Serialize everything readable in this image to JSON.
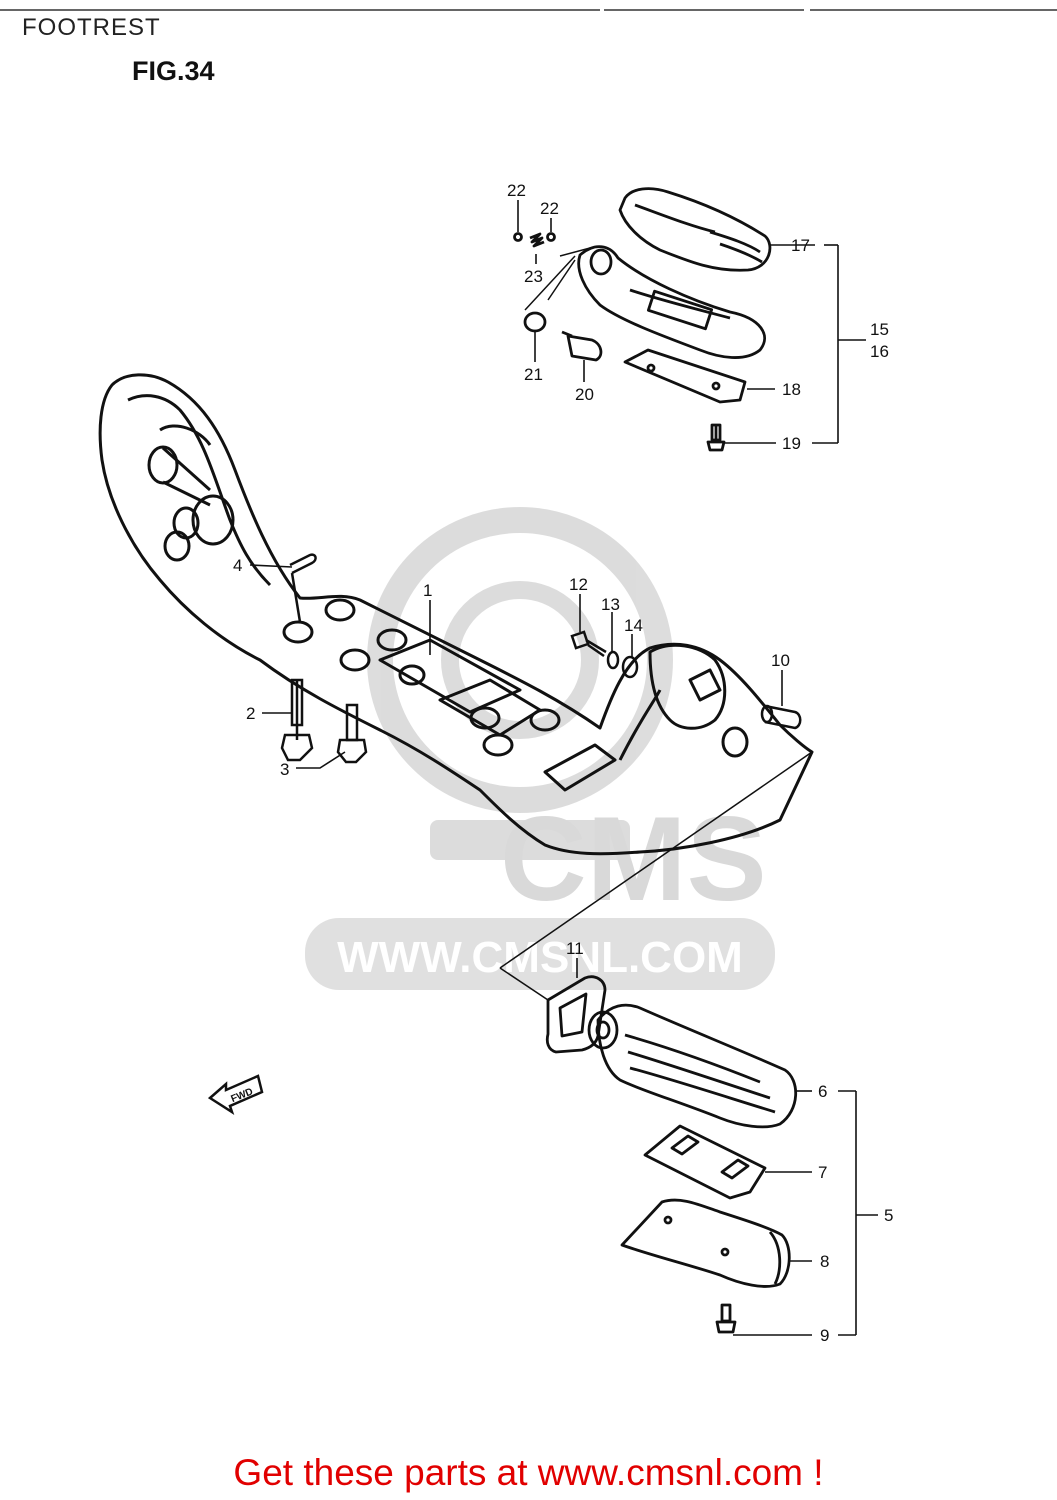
{
  "header": {
    "section_title": "FOOTREST",
    "figure_label": "FIG.34"
  },
  "watermark": {
    "brand": "CMS",
    "url": "WWW.CMSNL.COM"
  },
  "arrow_label": "FWD",
  "callouts": [
    "1",
    "2",
    "3",
    "4",
    "5",
    "6",
    "7",
    "8",
    "9",
    "10",
    "11",
    "12",
    "13",
    "14",
    "15",
    "16",
    "17",
    "18",
    "19",
    "20",
    "21",
    "22",
    "22",
    "23"
  ],
  "footer": {
    "text": "Get these parts at www.cmsnl.com !",
    "color": "#e10000"
  }
}
